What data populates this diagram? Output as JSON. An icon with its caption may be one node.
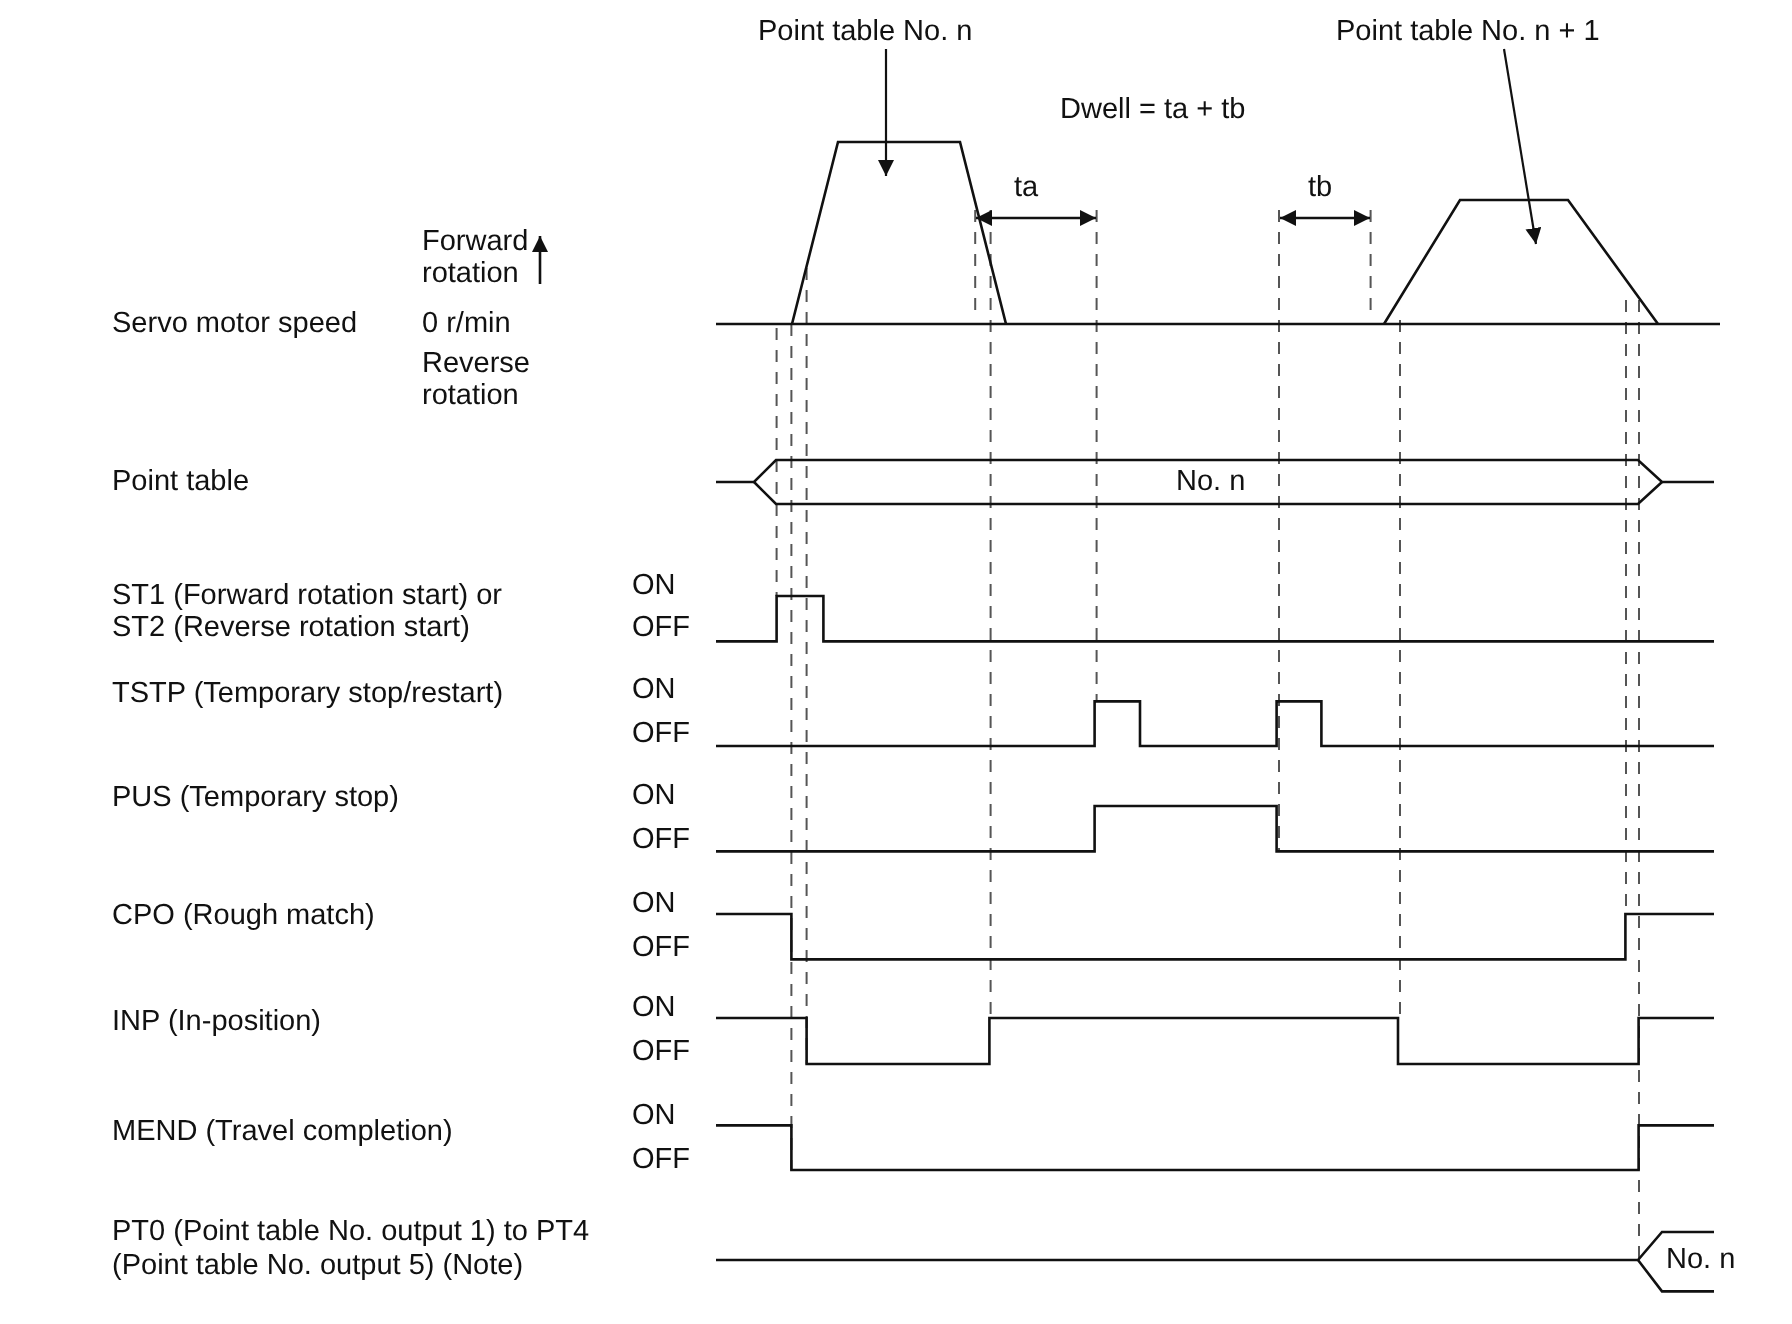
{
  "diagram": {
    "nodes": [
      {
        "text": [
          "Point table No. n"
        ]
      },
      {
        "text": [],
        "shape": "trapezoid"
      },
      {
        "text": [
          "Point table No. n + 1"
        ]
      },
      {
        "text": [],
        "shape": "trapezoid"
      }
    ],
    "edges": [
      {
        "from": 0,
        "to": 1,
        "arrow": "to"
      },
      {
        "from": 2,
        "to": 3,
        "arrow": "to"
      }
    ],
    "labels": [
      "Dwell = ta + tb",
      "ta",
      "tb",
      "Forward rotation",
      "Servo motor speed",
      "0 r/min",
      "Reverse rotation",
      "Point table",
      "No. n",
      "ST1 (Forward rotation start) or ST2 (Reverse rotation start)",
      "ON",
      "OFF",
      "TSTP (Temporary stop/restart)",
      "ON",
      "OFF",
      "PUS (Temporary stop)",
      "ON",
      "OFF",
      "CPO (Rough match)",
      "ON",
      "OFF",
      "INP (In-position)",
      "ON",
      "OFF",
      "MEND (Travel completion)",
      "ON",
      "OFF",
      "PT0 (Point table No. output 1) to PT4 (Point table No. output 5) (Note)",
      "No. n"
    ]
  }
}
